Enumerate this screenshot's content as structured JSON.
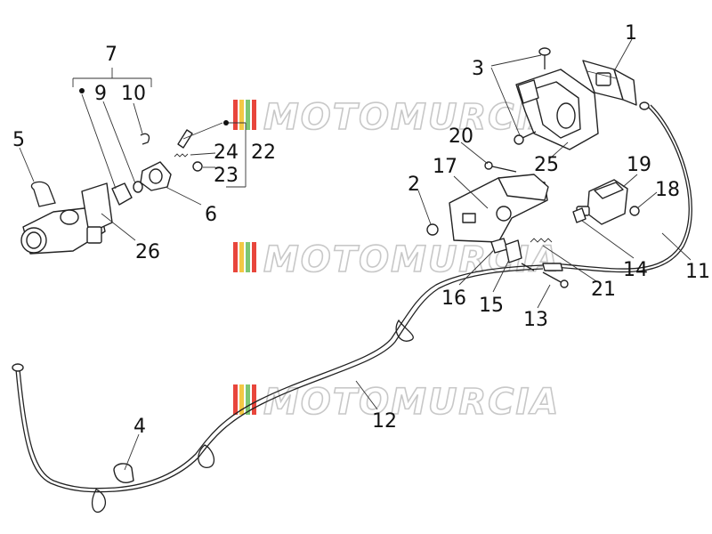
{
  "watermark": {
    "text": "MOTOMURCIA",
    "stripe_colors": [
      "#e8463c",
      "#f3c845",
      "#7cc674",
      "#e8463c"
    ]
  },
  "labels": {
    "l1": "1",
    "l2": "2",
    "l3": "3",
    "l4": "4",
    "l5": "5",
    "l6": "6",
    "l7": "7",
    "l9": "9",
    "l10": "10",
    "l11": "11",
    "l12": "12",
    "l13": "13",
    "l14": "14",
    "l15": "15",
    "l16": "16",
    "l17": "17",
    "l18": "18",
    "l19": "19",
    "l20": "20",
    "l21": "21",
    "l22": "22",
    "l23": "23",
    "l24": "24",
    "l25": "25",
    "l26": "26"
  }
}
